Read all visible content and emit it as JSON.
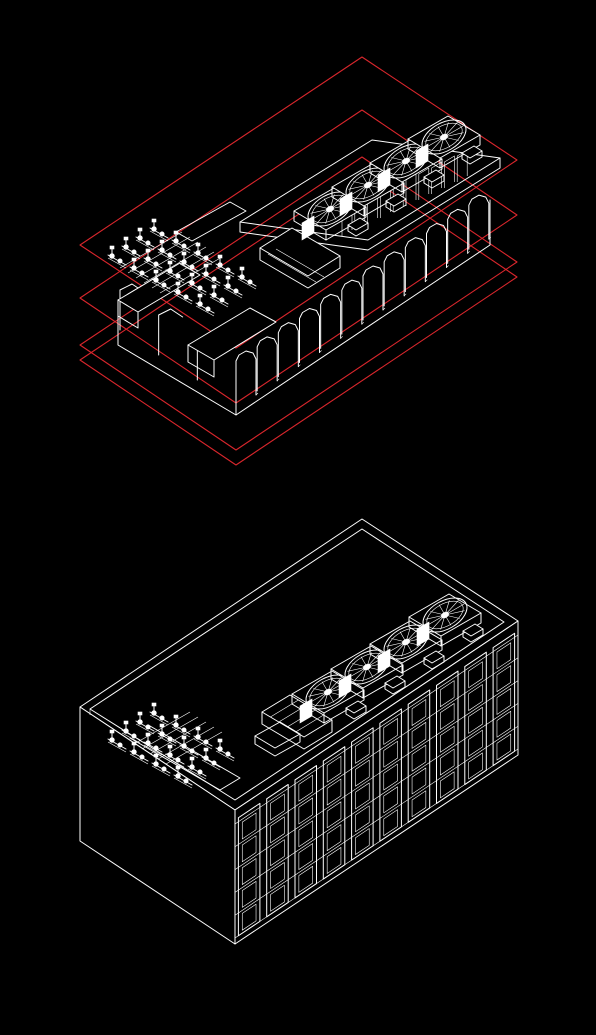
{
  "figure": {
    "background": "#000000",
    "line_color": "#ffffff",
    "layer_outline_color": "#d9262c"
  },
  "exploded_view": {
    "layer_count": 4,
    "fan_count": 4
  },
  "assembled_view": {
    "fan_count": 4,
    "facade_bays": 10,
    "facade_rows": 5
  }
}
